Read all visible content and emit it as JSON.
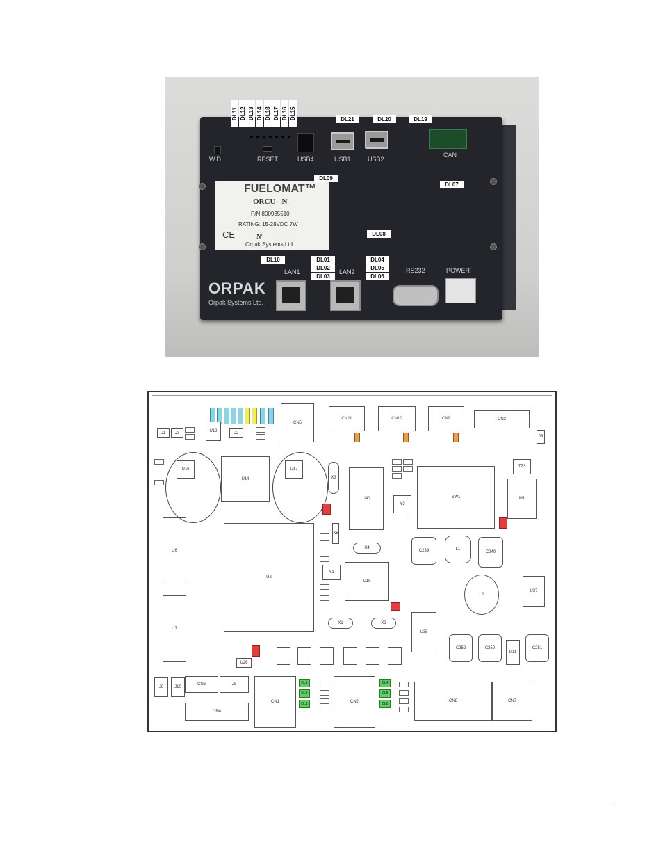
{
  "photo": {
    "labels_vertical": [
      "DL11",
      "DL12",
      "DL13",
      "DL14",
      "DL18",
      "DL17",
      "DL16",
      "DL15"
    ],
    "labels": {
      "dl21": "DL21",
      "dl20": "DL20",
      "dl19": "DL19",
      "dl09": "DL09",
      "dl07": "DL07",
      "dl08": "DL08",
      "dl10": "DL10",
      "dl01": "DL01",
      "dl02": "DL02",
      "dl03": "DL03",
      "dl04": "DL04",
      "dl05": "DL05",
      "dl06": "DL06"
    },
    "ports": {
      "wd": "W.D.",
      "reset": "RESET",
      "usb4": "USB4",
      "usb1": "USB1",
      "usb2": "USB2",
      "can": "CAN",
      "lan1": "LAN1",
      "lan2": "LAN2",
      "rs232": "RS232",
      "power": "POWER"
    },
    "sticker": {
      "brand": "FUELOMAT™",
      "model": "ORCU - N",
      "pn": "P/N 800935510",
      "rating": "RATING: 15-28VDC  7W",
      "ce": "CE",
      "serial": "N°",
      "maker": "Orpak Systems Ltd."
    },
    "logo": "ORPAK",
    "logo_sub": "Orpak Systems Ltd."
  },
  "pcb": {
    "connectors": [
      "CN5",
      "CN11",
      "CN10",
      "CN9",
      "CN3",
      "CN6",
      "J8",
      "CN4",
      "CN1",
      "CN2",
      "CN8",
      "CN7",
      "J9",
      "J10",
      "J1",
      "J3",
      "J2",
      "J5"
    ],
    "chips": [
      "U14",
      "U2",
      "U6",
      "U7",
      "U40",
      "U19",
      "SW1",
      "M1",
      "TZ3",
      "L1",
      "L2",
      "U37",
      "U35",
      "C239",
      "C240",
      "C252",
      "C250",
      "C251",
      "D11",
      "X1",
      "X2",
      "X3",
      "X4",
      "X5",
      "Y1",
      "Y3",
      "U16",
      "U17",
      "U26",
      "U12"
    ],
    "leds": [
      "DL1",
      "DL2",
      "DL3",
      "DL4",
      "DL5",
      "DL6"
    ]
  }
}
